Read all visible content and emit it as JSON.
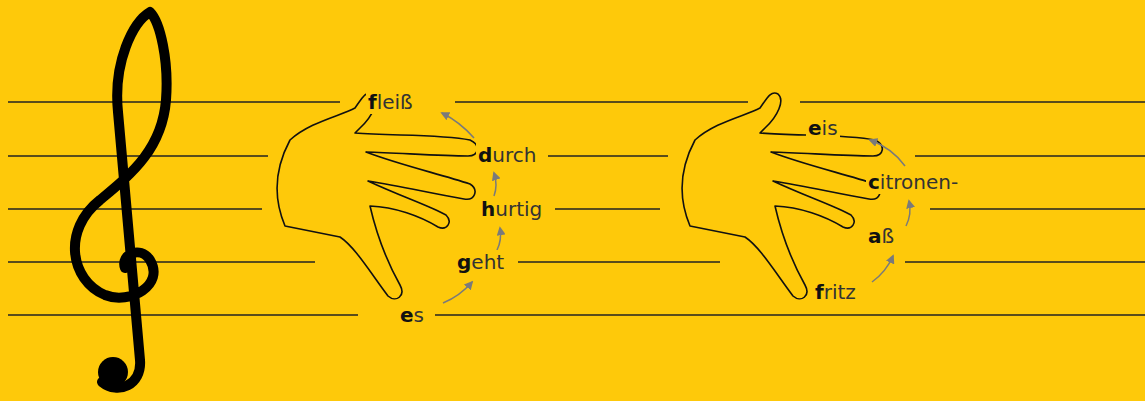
{
  "diagram": {
    "labels": [
      "es",
      "geht",
      "hurtig",
      "durch",
      "fleiß",
      "fritz",
      "aß",
      "citronen-",
      "eis"
    ]
  }
}
